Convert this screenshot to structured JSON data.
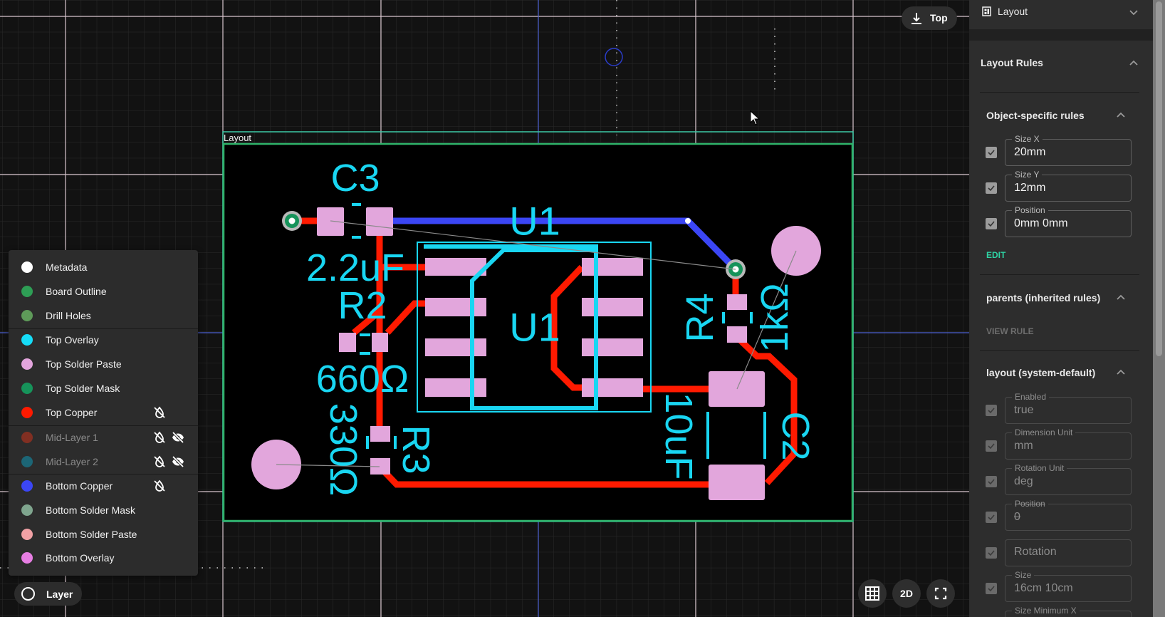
{
  "canvas": {
    "board_label": "Layout",
    "colors": {
      "pad": "#e2a6dc",
      "silk": "#19d6f2",
      "top_copper": "#ff1a00",
      "bottom_copper": "#3b46f5",
      "board_outline": "#2fb36a"
    },
    "labels": {
      "c3": "C3",
      "c3_value": "2.2uF",
      "u1_top": "U1",
      "u1_body": "U1",
      "r2": "R2",
      "r2_value": "660Ω",
      "r3": "R3",
      "r3_value": "330Ω",
      "r4": "R4",
      "r4_value": "1kΩ",
      "c2": "C2",
      "c2_value": "10uF"
    }
  },
  "view_controls": {
    "top_label": "Top",
    "mode_label": "2D",
    "layer_label": "Layer"
  },
  "layers": [
    {
      "name": "Metadata",
      "color": "#ffffff"
    },
    {
      "name": "Board Outline",
      "color": "#2e9e55"
    },
    {
      "name": "Drill Holes",
      "color": "#5e9a59"
    },
    {
      "name": "Top Overlay",
      "color": "#16dcf7"
    },
    {
      "name": "Top Solder Paste",
      "color": "#e3a5dd"
    },
    {
      "name": "Top Solder Mask",
      "color": "#16935a"
    },
    {
      "name": "Top Copper",
      "color": "#ff1a00",
      "icons": [
        "no-fill-icon"
      ]
    },
    {
      "name": "Mid-Layer 1",
      "color": "#a5301e",
      "hidden": true,
      "icons": [
        "no-fill-icon",
        "eye-off-icon"
      ]
    },
    {
      "name": "Mid-Layer 2",
      "color": "#157f95",
      "hidden": true,
      "icons": [
        "no-fill-icon",
        "eye-off-icon"
      ]
    },
    {
      "name": "Bottom Copper",
      "color": "#3b46f5",
      "icons": [
        "no-fill-icon"
      ]
    },
    {
      "name": "Bottom Solder Mask",
      "color": "#7fa58e"
    },
    {
      "name": "Bottom Solder Paste",
      "color": "#f1a1a5"
    },
    {
      "name": "Bottom Overlay",
      "color": "#e77ee3"
    }
  ],
  "panel": {
    "header": "Layout",
    "rules_title": "Layout Rules",
    "object_rules": {
      "title": "Object-specific rules",
      "fields": [
        {
          "label": "Size X",
          "value": "20mm"
        },
        {
          "label": "Size Y",
          "value": "12mm"
        },
        {
          "label": "Position",
          "value": "0mm 0mm"
        }
      ],
      "edit": "EDIT"
    },
    "parents": {
      "title": "parents (inherited rules)",
      "view": "VIEW RULE"
    },
    "system": {
      "title": "layout (system-default)",
      "fields": [
        {
          "label": "Enabled",
          "value": "true"
        },
        {
          "label": "Dimension Unit",
          "value": "mm"
        },
        {
          "label": "Rotation Unit",
          "value": "deg"
        },
        {
          "label": "Position",
          "value": "0"
        },
        {
          "label": "",
          "value": "Rotation"
        },
        {
          "label": "Size",
          "value": "16cm 10cm"
        },
        {
          "label": "Size Minimum X",
          "value": ""
        }
      ]
    }
  }
}
